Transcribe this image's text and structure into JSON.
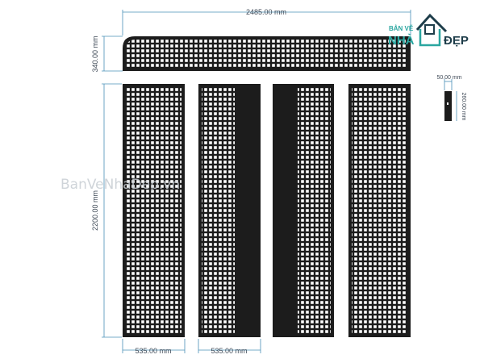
{
  "dimensions": {
    "top_width": "2485.00 mm",
    "top_height": "340.00 mm",
    "panel_height": "2200.00 mm",
    "panel1_width": "535.00 mm",
    "panel2_width": "535.00 mm",
    "detail_width": "50.00 mm",
    "detail_height": "260.00 mm"
  },
  "logo": {
    "top_text": "BẢN VẼ",
    "left_text": "NHÀ",
    "right_text": "ĐẸP"
  },
  "watermark": {
    "text": "BanVeNhaDep.vn"
  },
  "colors": {
    "panel": "#1c1c1c",
    "hole": "#ffffff",
    "dimension": "#4a90b8",
    "logo_green": "#2aa6a0",
    "logo_dark": "#1e3d4a"
  }
}
